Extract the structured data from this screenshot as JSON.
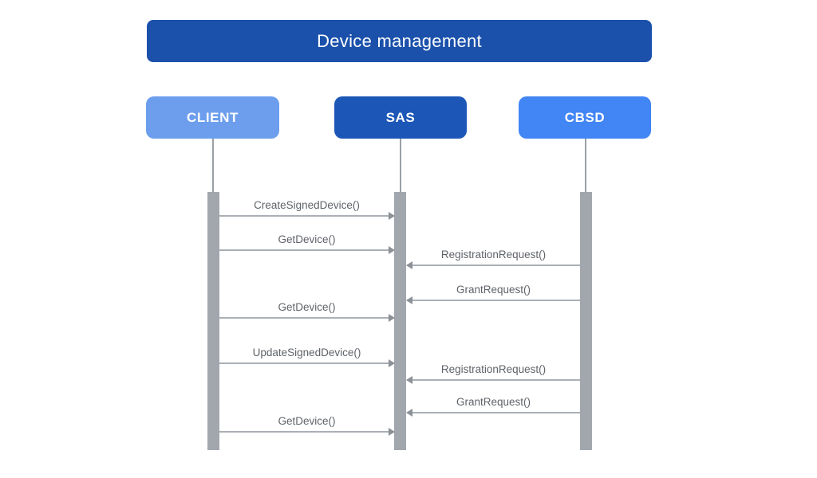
{
  "diagram": {
    "type": "sequence-diagram",
    "title": "Device management",
    "actors": [
      {
        "id": "client",
        "label": "CLIENT",
        "color": "#6d9eee"
      },
      {
        "id": "sas",
        "label": "SAS",
        "color": "#1c57b7"
      },
      {
        "id": "cbsd",
        "label": "CBSD",
        "color": "#4285f4"
      }
    ],
    "messages": [
      {
        "label": "CreateSignedDevice()",
        "from": "CLIENT",
        "to": "SAS",
        "direction": "right"
      },
      {
        "label": "GetDevice()",
        "from": "CLIENT",
        "to": "SAS",
        "direction": "right"
      },
      {
        "label": "RegistrationRequest()",
        "from": "CBSD",
        "to": "SAS",
        "direction": "left"
      },
      {
        "label": "GrantRequest()",
        "from": "CBSD",
        "to": "SAS",
        "direction": "left"
      },
      {
        "label": "GetDevice()",
        "from": "CLIENT",
        "to": "SAS",
        "direction": "right"
      },
      {
        "label": "UpdateSignedDevice()",
        "from": "CLIENT",
        "to": "SAS",
        "direction": "right"
      },
      {
        "label": "RegistrationRequest()",
        "from": "CBSD",
        "to": "SAS",
        "direction": "left"
      },
      {
        "label": "GrantRequest()",
        "from": "CBSD",
        "to": "SAS",
        "direction": "left"
      },
      {
        "label": "GetDevice()",
        "from": "CLIENT",
        "to": "SAS",
        "direction": "right"
      }
    ],
    "colors": {
      "title_background": "#1b51ab",
      "title_text": "#ffffff",
      "actor_text": "#ffffff",
      "lifeline": "#9aa0a6",
      "activation_bar": "#a2a7ae",
      "arrow_line": "#aab0b5",
      "arrow_head": "#8c9197",
      "message_text": "#5f6368",
      "background": "#ffffff"
    }
  }
}
